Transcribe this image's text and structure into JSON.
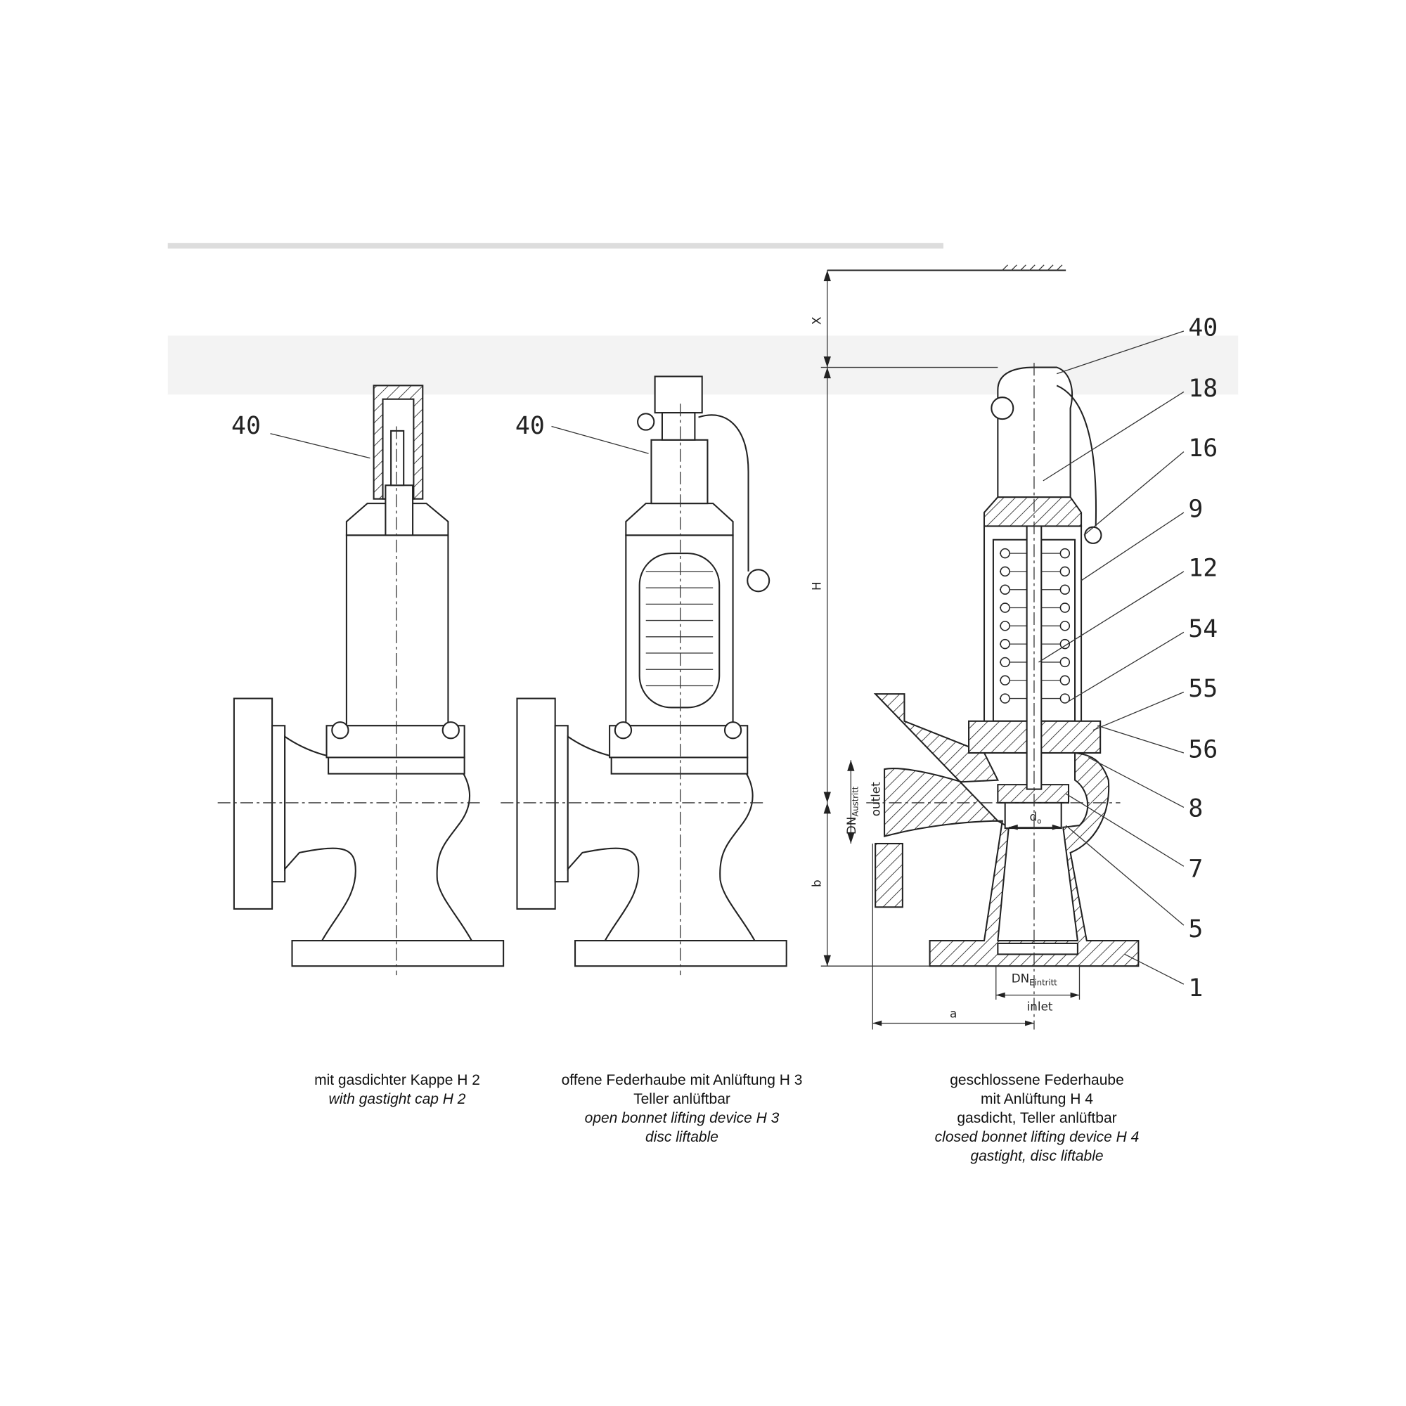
{
  "variants": [
    {
      "caption_de": [
        "mit gasdichter Kappe H 2"
      ],
      "caption_en": [
        "with gastight cap H 2"
      ],
      "callouts": [
        "40"
      ]
    },
    {
      "caption_de": [
        "offene Federhaube mit Anlüftung H 3",
        "Teller anlüftbar"
      ],
      "caption_en": [
        "open bonnet lifting device H 3",
        "disc liftable"
      ],
      "callouts": [
        "40"
      ]
    },
    {
      "caption_de": [
        "geschlossene Federhaube",
        "mit Anlüftung H 4",
        "gasdicht, Teller anlüftbar"
      ],
      "caption_en": [
        "closed bonnet lifting device H 4",
        "gastight, disc liftable"
      ],
      "callouts": [
        "40",
        "18",
        "16",
        "9",
        "12",
        "54",
        "55",
        "56",
        "8",
        "7",
        "5",
        "1"
      ]
    }
  ],
  "dimensions": {
    "x": "X",
    "h": "H",
    "b": "b",
    "a": "a",
    "d0": "d",
    "d0_sub": "o",
    "dn_out": "DN",
    "dn_out_sub": "Austritt",
    "dn_out_en": "outlet",
    "dn_in": "DN",
    "dn_in_sub": "Eintritt",
    "dn_in_en": "inlet"
  }
}
